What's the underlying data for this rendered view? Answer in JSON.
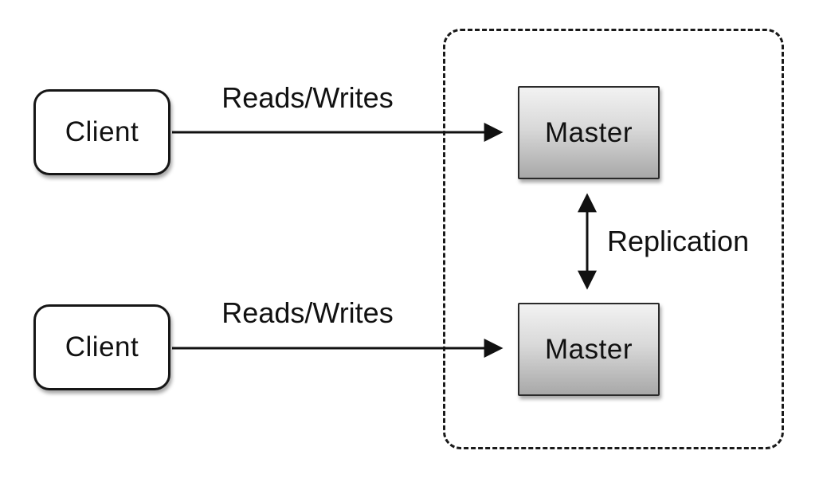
{
  "nodes": {
    "clients": [
      {
        "label": "Client"
      },
      {
        "label": "Client"
      }
    ],
    "masters": [
      {
        "label": "Master"
      },
      {
        "label": "Master"
      }
    ]
  },
  "edges": {
    "top": {
      "label": "Reads/Writes"
    },
    "bottom": {
      "label": "Reads/Writes"
    },
    "replication": {
      "label": "Replication"
    }
  },
  "colors": {
    "stroke": "#111111",
    "node_fill": "#ffffff",
    "master_gradient_top": "#f2f2f2",
    "master_gradient_bottom": "#a8a8a8",
    "background": "#ffffff"
  }
}
